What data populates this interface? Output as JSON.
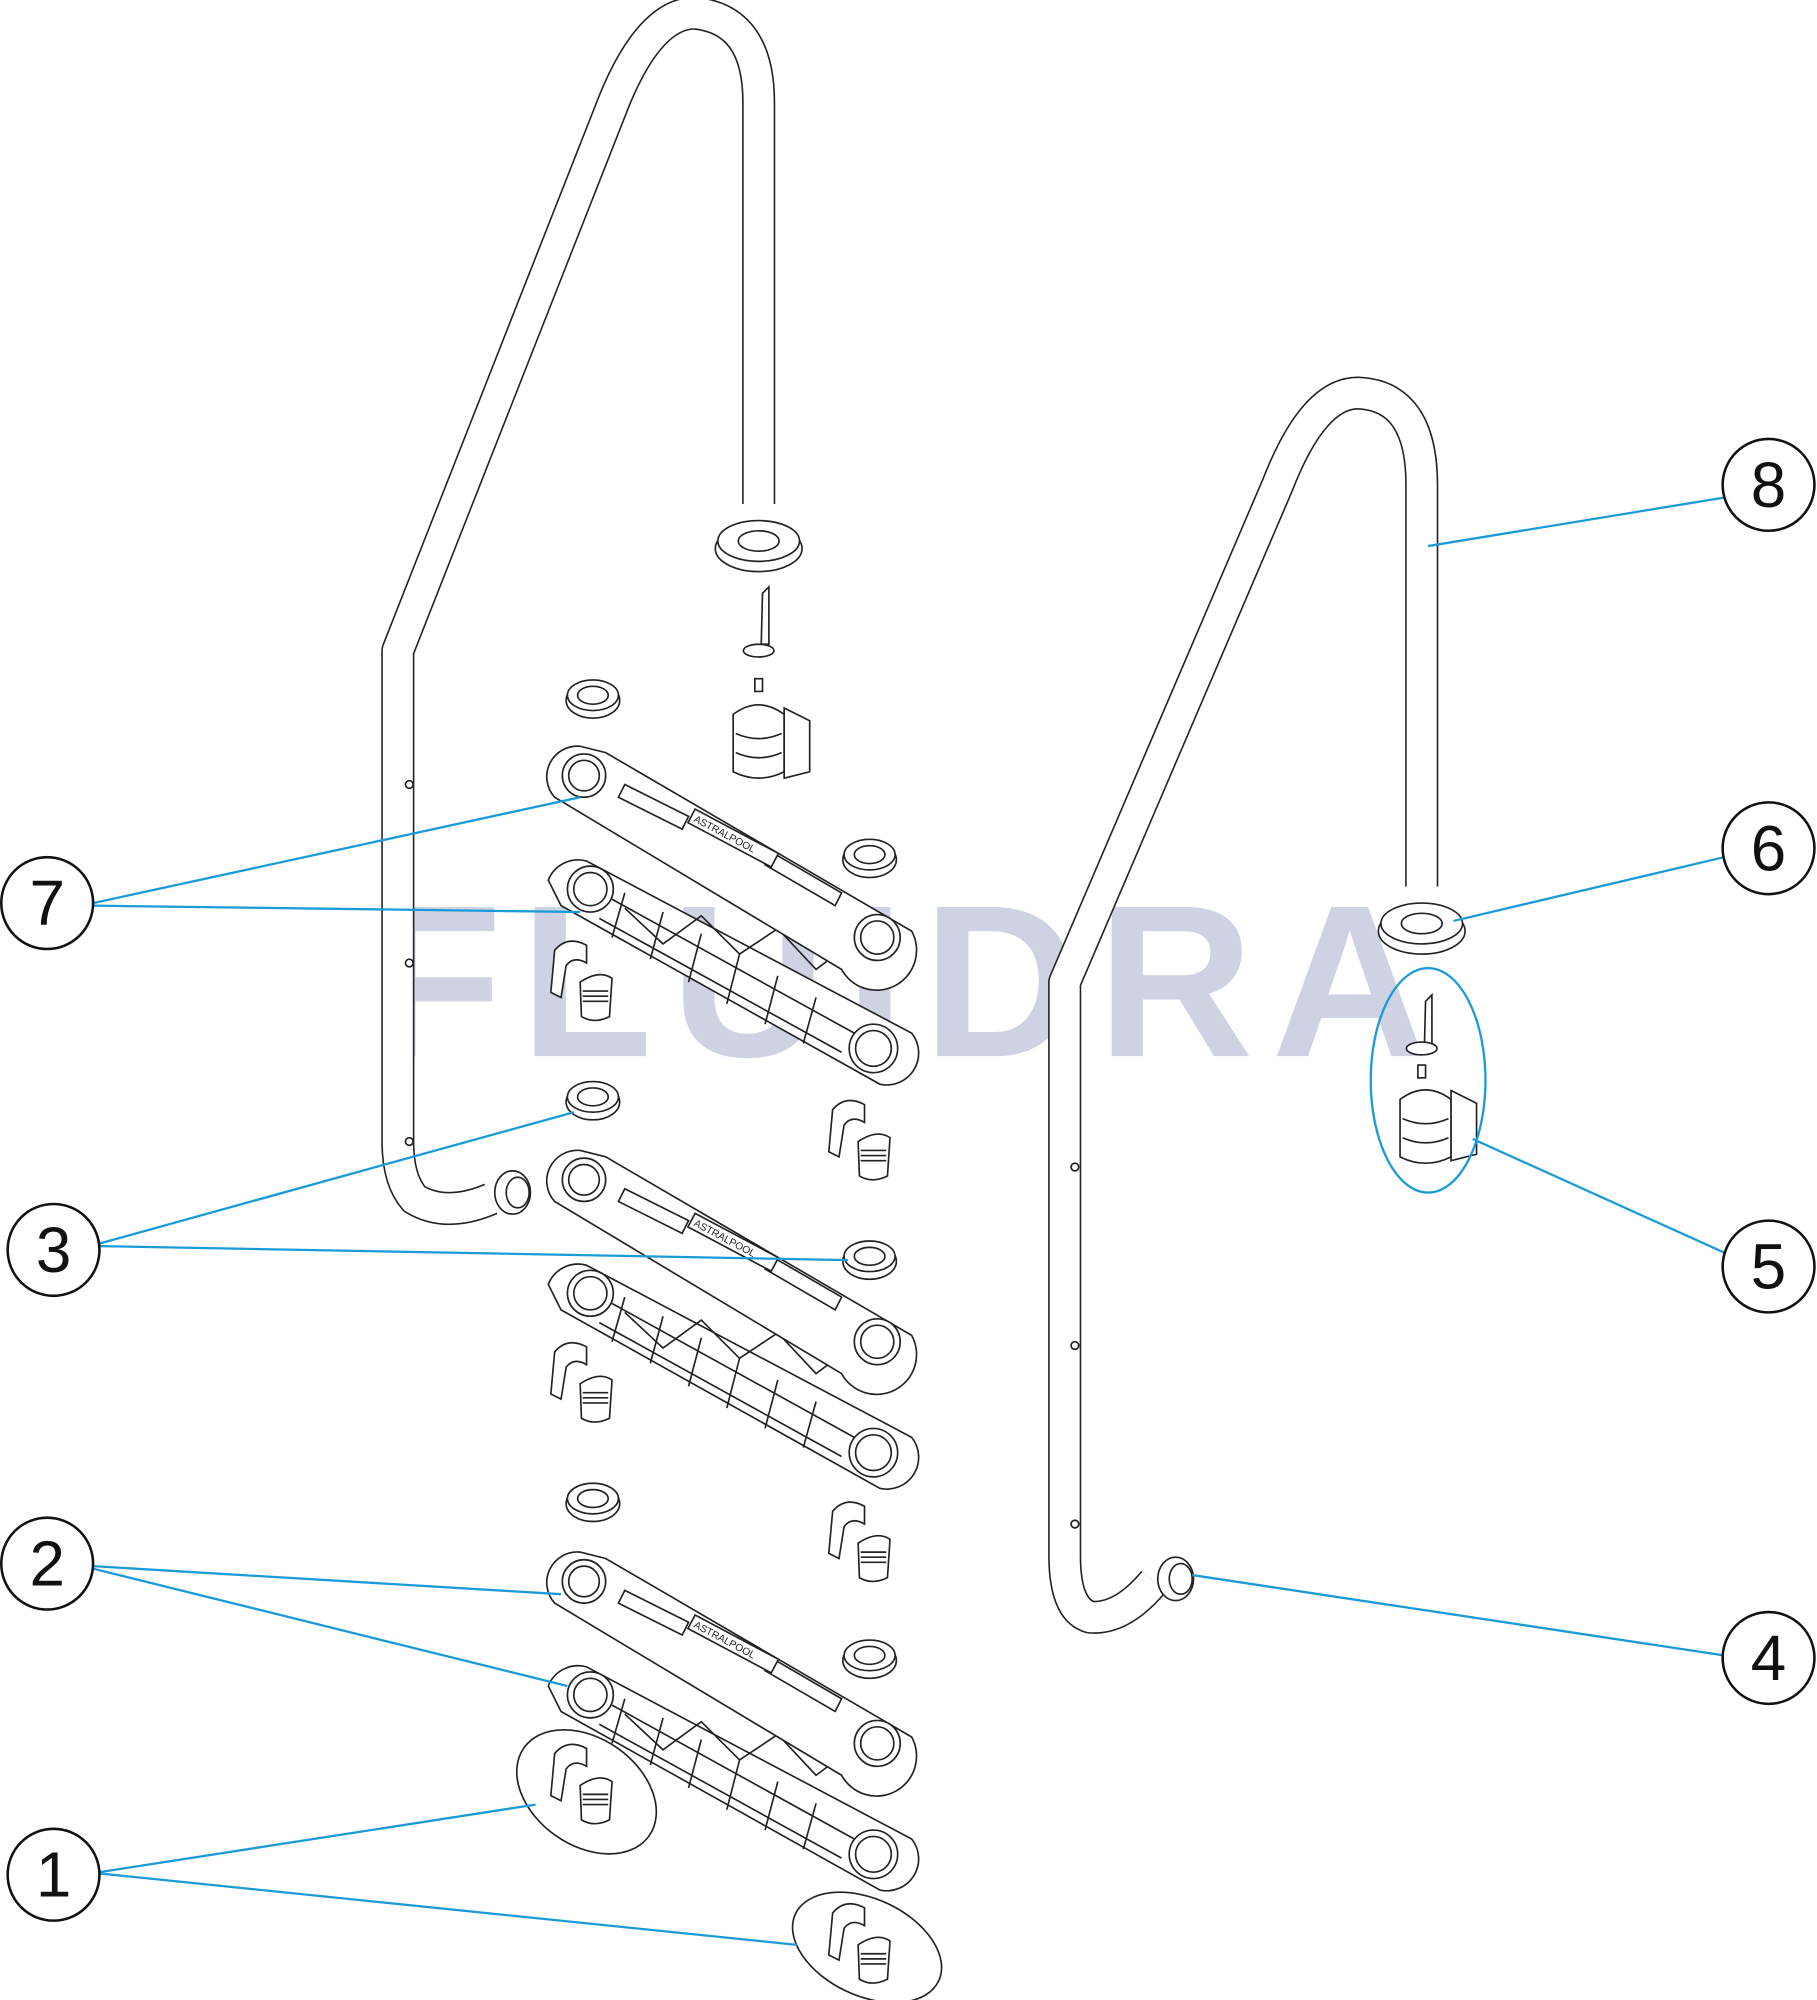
{
  "diagram": {
    "watermark": "FLUIDRA",
    "tread_brand": "ASTRALPOOL",
    "callouts": [
      {
        "number": "1",
        "part": "step-clip"
      },
      {
        "number": "2",
        "part": "tread-pair-bottom"
      },
      {
        "number": "3",
        "part": "washer-ring"
      },
      {
        "number": "4",
        "part": "rail-end-cap"
      },
      {
        "number": "5",
        "part": "anchor-assembly"
      },
      {
        "number": "6",
        "part": "escutcheon"
      },
      {
        "number": "7",
        "part": "tread-pair-top"
      },
      {
        "number": "8",
        "part": "handrail"
      }
    ],
    "colors": {
      "leader": "#1a9bd7",
      "watermark": "#bfc3da",
      "line": "#222222"
    }
  }
}
